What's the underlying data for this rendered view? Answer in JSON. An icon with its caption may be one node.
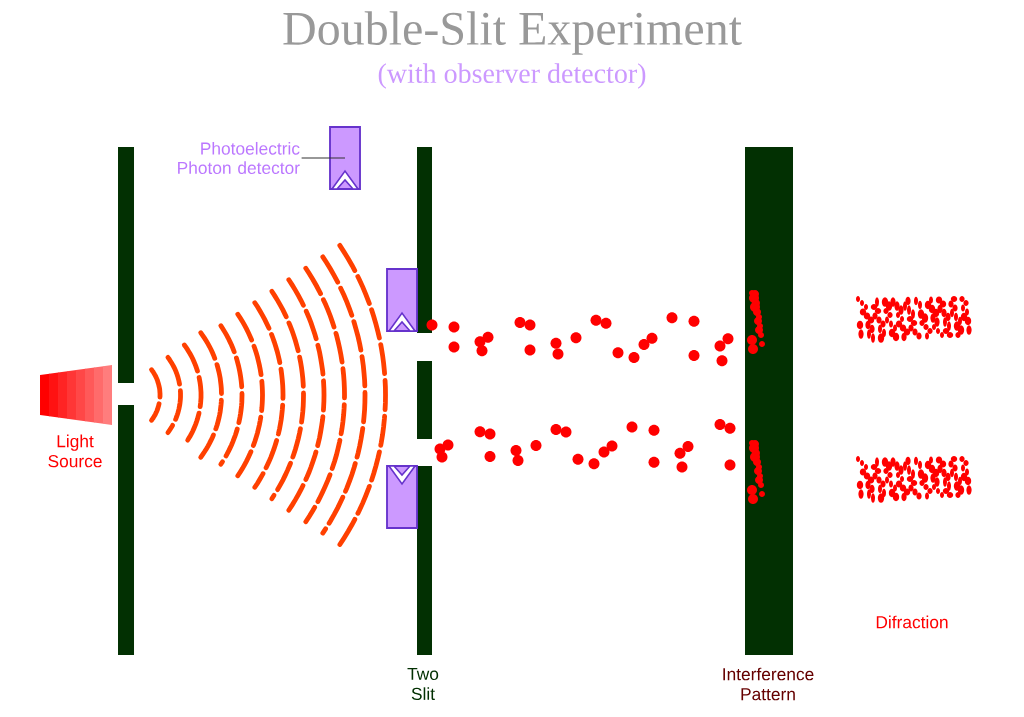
{
  "diagram": {
    "title": "Double-Slit Experiment",
    "nodes": [
      {
        "text": [
          "Photoelectric Photon detector"
        ]
      },
      {
        "text": [],
        "shape": "box"
      }
    ],
    "edges": [
      {
        "from": 0,
        "to": 1,
        "arrow": "none"
      }
    ],
    "labels": [
      "(with observer detector)",
      "Light Source",
      "Two Slit",
      "Interference Pattern",
      "Difraction"
    ]
  }
}
